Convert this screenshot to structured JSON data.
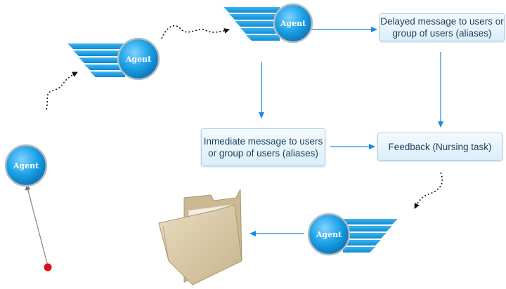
{
  "agents": [
    {
      "label": "Agent"
    },
    {
      "label": "Agent"
    },
    {
      "label": "Agent"
    },
    {
      "label": "Agent"
    }
  ],
  "boxes": {
    "delayed": "Delayed message to users or group of users (aliases)",
    "immediate": "Inmediate message to users or group of users (aliases)",
    "feedback": "Feedback (Nursing task)"
  },
  "colors": {
    "arrow": "#1e88e5",
    "agent_blue": "#1aa0e6",
    "start_dot": "#e01010",
    "path": "#111111"
  },
  "icons": [
    "agent-wing-icon",
    "folder-icon",
    "start-dot-icon"
  ]
}
